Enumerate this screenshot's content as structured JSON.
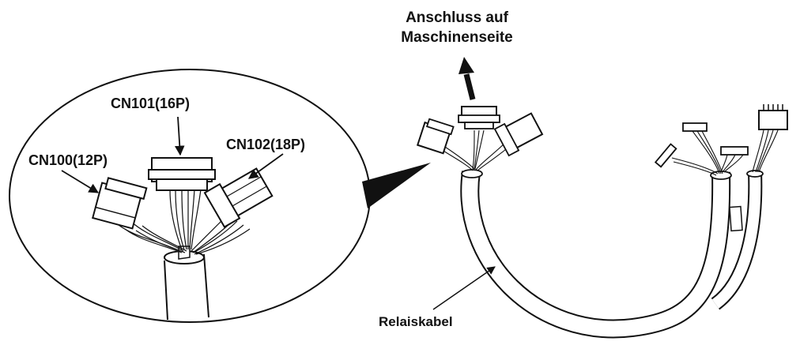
{
  "labels": {
    "connection_line1": "Anschluss auf",
    "connection_line2": "Maschinenseite",
    "cn101": "CN101(16P)",
    "cn100": "CN100(12P)",
    "cn102": "CN102(18P)",
    "relay_cable": "Relaiskabel"
  },
  "colors": {
    "stroke": "#111111",
    "background": "#ffffff",
    "cable_fill": "#ffffff"
  }
}
